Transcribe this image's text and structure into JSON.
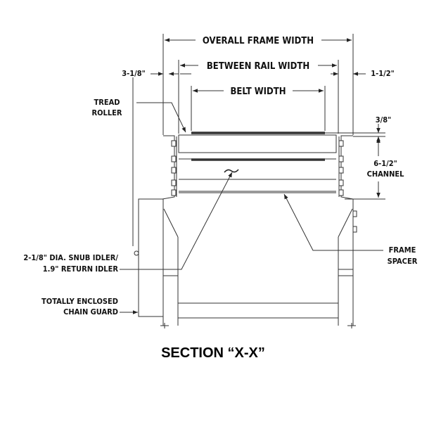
{
  "labels": {
    "overall_frame_width": "OVERALL FRAME WIDTH",
    "between_rail_width": "BETWEEN RAIL WIDTH",
    "belt_width": "BELT WIDTH",
    "left_offset": "3-1/8\"",
    "right_offset": "1-1/2\"",
    "tread": "TREAD",
    "roller": "ROLLER",
    "three_eighths": "3/8\"",
    "channel_size": "6-1/2\"",
    "channel": "CHANNEL",
    "frame": "FRAME",
    "spacer": "SPACER",
    "snub_idler": "2-1/8\" DIA. SNUB IDLER/",
    "return_idler": "1.9\" RETURN IDLER",
    "chain_guard_1": "TOTALLY ENCLOSED",
    "chain_guard_2": "CHAIN GUARD",
    "title": "SECTION “X-X”"
  }
}
